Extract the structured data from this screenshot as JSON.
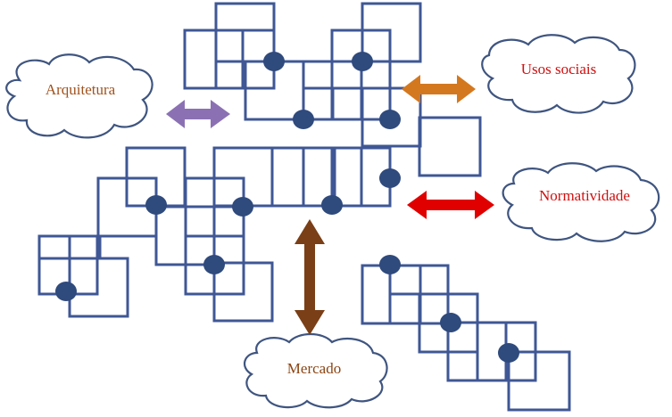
{
  "labels": {
    "arquitetura": "Arquitetura",
    "usos_sociais": "Usos sociais",
    "normatividade": "Normatividade",
    "mercado": "Mercado"
  },
  "colors": {
    "squares": "#3f5795",
    "nodes": "#2f4a7c",
    "cloud_outline": "#3f5580",
    "arquitetura_text": "#a0521d",
    "arquitetura_arrow": "#8b71b3",
    "usos_sociais_text": "#d01010",
    "usos_sociais_arrow": "#d4781f",
    "normatividade_text": "#d01010",
    "normatividade_arrow": "#e00000",
    "mercado_text": "#8b4513",
    "mercado_arrow": "#7a3f16"
  }
}
